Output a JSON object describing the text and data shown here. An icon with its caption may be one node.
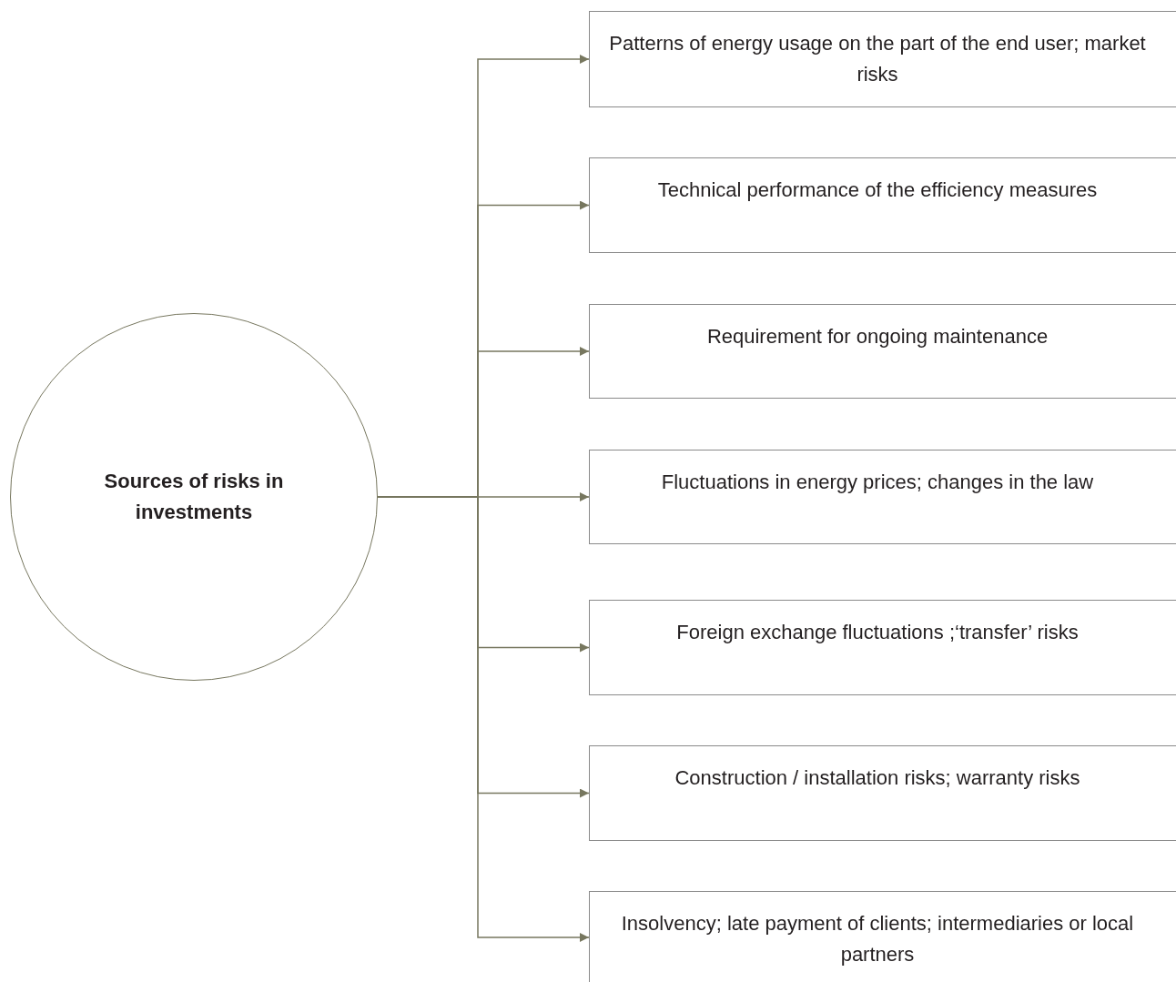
{
  "diagram": {
    "nodes": [
      {
        "text": [
          "Sources of risks in investments"
        ]
      },
      {
        "text": [
          "Patterns of energy usage on the part of the end user; market risks"
        ]
      },
      {
        "text": [
          "Technical performance of the efficiency measures"
        ]
      },
      {
        "text": [
          "Requirement for ongoing maintenance"
        ]
      },
      {
        "text": [
          "Fluctuations in energy prices; changes in the law"
        ]
      },
      {
        "text": [
          "Foreign exchange fluctuations ;‘transfer’ risks"
        ]
      },
      {
        "text": [
          "Construction / installation risks; warranty risks"
        ]
      },
      {
        "text": [
          "Insolvency; late payment of clients; intermediaries or local partners"
        ]
      }
    ],
    "edges": [
      {
        "from": 0,
        "to": 1,
        "arrow": "to"
      },
      {
        "from": 0,
        "to": 2,
        "arrow": "to"
      },
      {
        "from": 0,
        "to": 3,
        "arrow": "to"
      },
      {
        "from": 0,
        "to": 4,
        "arrow": "to"
      },
      {
        "from": 0,
        "to": 5,
        "arrow": "to"
      },
      {
        "from": 0,
        "to": 6,
        "arrow": "to"
      },
      {
        "from": 0,
        "to": 7,
        "arrow": "to"
      }
    ]
  }
}
